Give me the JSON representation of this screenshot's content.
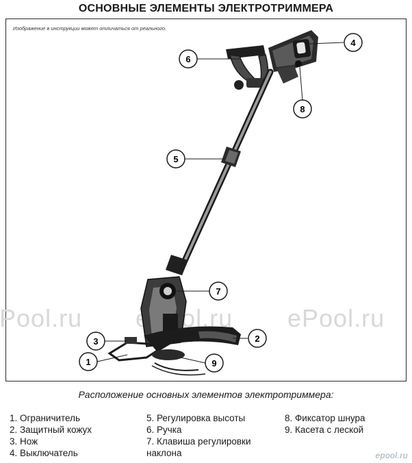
{
  "title": "ОСНОВНЫЕ ЭЛЕМЕНТЫ ЭЛЕКТРОТРИММЕРА",
  "disclaimer": "Изображение в инструкции может отличаться от реального.",
  "callouts": [
    "1",
    "2",
    "3",
    "4",
    "5",
    "6",
    "7",
    "8",
    "9"
  ],
  "watermark": "ePool.ru",
  "caption": "Расположение основных элементов электротриммера:",
  "legend": {
    "col1": [
      "1. Ограничитель",
      "2. Защитный кожух",
      "3. Нож",
      "4. Выключатель"
    ],
    "col2": [
      "5. Регулировка высоты",
      "6. Ручка",
      "7. Клавиша регулировки",
      "наклона"
    ],
    "col3": [
      "8. Фиксатор шнура",
      "9. Касета с леской"
    ]
  },
  "corner_logo": "epool.ru"
}
